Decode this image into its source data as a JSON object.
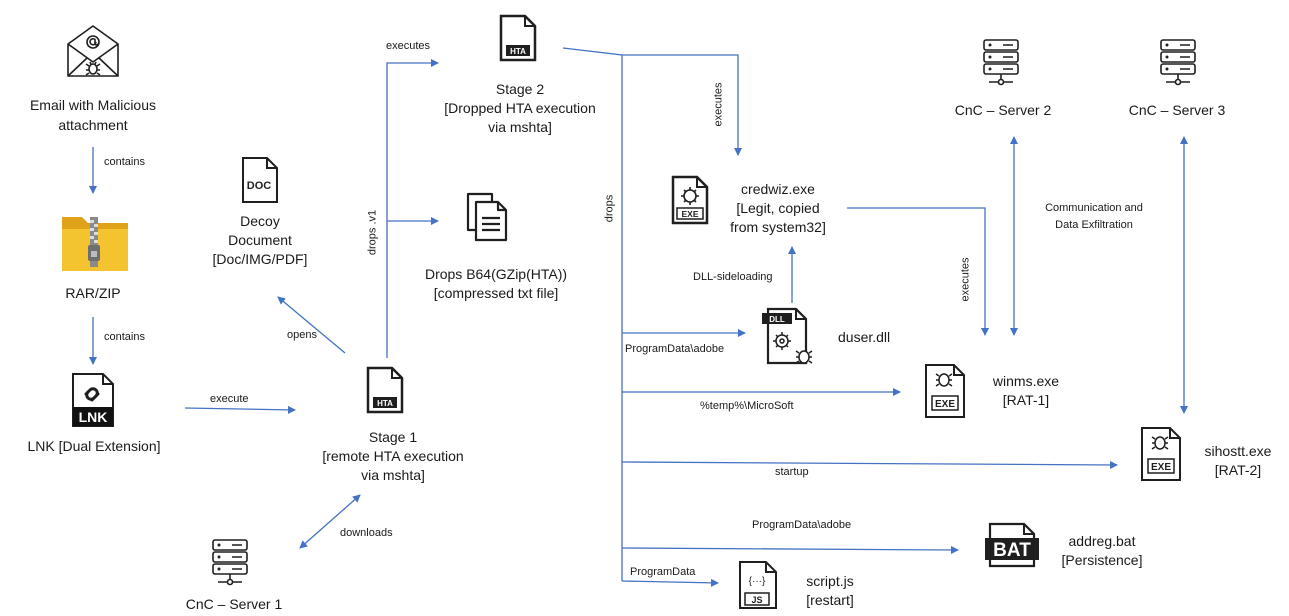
{
  "colors": {
    "arrow": "#4472c4",
    "icon_stroke": "#1f1f1f",
    "folder_yellow": "#f4c430",
    "folder_dark": "#e0a21a",
    "zip_grey": "#8a8a8a"
  },
  "icons": {
    "email": "envelope-bug-icon",
    "archive": "folder-zip-icon",
    "lnk": "lnk-file-icon",
    "doc": "doc-file-icon",
    "hta": "hta-file-icon",
    "copy": "copy-files-icon",
    "exe": "exe-file-icon",
    "dll": "dll-file-icon",
    "bat": "bat-file-icon",
    "js": "js-file-icon",
    "server": "server-rack-icon"
  },
  "nodes": {
    "email": "Email with Malicious\nattachment",
    "rarzip": "RAR/ZIP",
    "lnk": "LNK [Dual Extension]",
    "decoy": "Decoy\nDocument\n[Doc/IMG/PDF]",
    "stage1": "Stage 1\n[remote HTA execution\nvia mshta]",
    "server1": "CnC – Server 1",
    "stage2": "Stage 2\n[Dropped HTA execution\nvia mshta]",
    "b64": "Drops B64(GZip(HTA))\n[compressed txt file]",
    "credwiz": "credwiz.exe\n[Legit, copied\nfrom system32]",
    "duser": "duser.dll",
    "winms": "winms.exe\n[RAT-1]",
    "server2": "CnC – Server 2",
    "server3": "CnC – Server 3",
    "sihostt": "sihostt.exe\n[RAT-2]",
    "addreg": "addreg.bat\n[Persistence]",
    "script": "script.js\n[restart]"
  },
  "file_badges": {
    "doc": "DOC",
    "hta": "HTA",
    "lnk": "LNK",
    "exe": "EXE",
    "dll": "DLL",
    "bat": "BAT",
    "js": "JS",
    "js_glyph": "{···}"
  },
  "edges": {
    "contains1": "contains",
    "contains2": "contains",
    "execute": "execute",
    "opens": "opens",
    "drops_v1": "drops .v1",
    "executes_stage2": "executes",
    "downloads": "downloads",
    "drops": "drops",
    "executes_credwiz": "executes",
    "dll_sideloading": "DLL-sideloading",
    "executes_winms": "executes",
    "comm": "Communication and\nData Exfiltration",
    "programdata_adobe1": "ProgramData\\adobe",
    "temp_microsoft": "%temp%\\MicroSoft",
    "startup": "startup",
    "programdata_adobe2": "ProgramData\\adobe",
    "programdata": "ProgramData"
  }
}
